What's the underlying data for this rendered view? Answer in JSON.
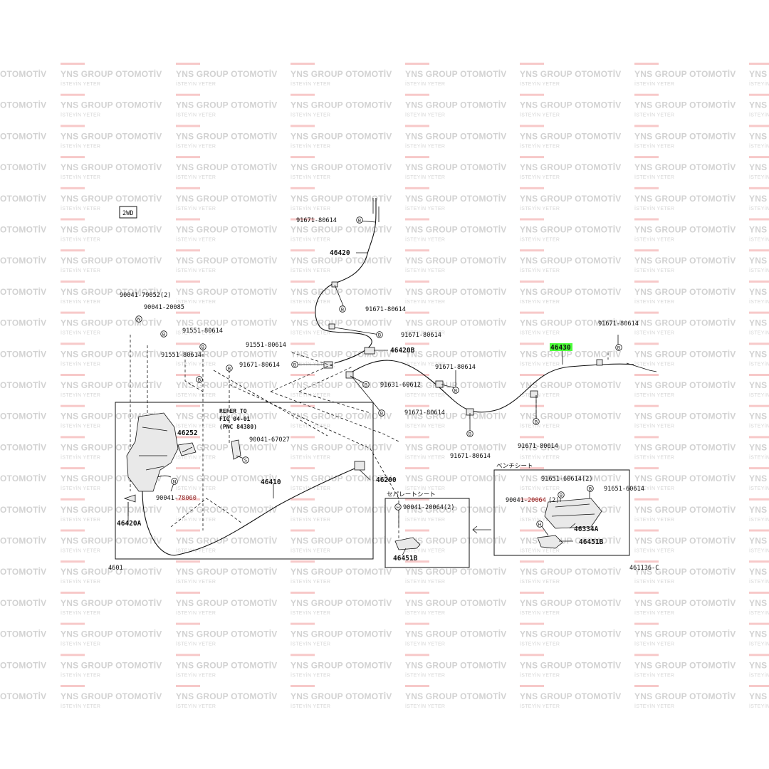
{
  "watermark": {
    "brand": "YNS GROUP OTOMOTİV",
    "brand_short": "OTOMOTİV",
    "slogan": "İSTEYİN YETER"
  },
  "diagram": {
    "variant_label": "2WD",
    "figure_ref_left": "4601",
    "figure_ref_right": "461136-C",
    "refer_note": [
      "REFER TO",
      "FIG 04-01",
      "(PNC 84380)"
    ],
    "box_bench_title": "ベンチシート",
    "box_separate_title": "セパレートシート",
    "highlight_color": "#4cff3a",
    "part_numbers": {
      "p46420": "46420",
      "p46420B": "46420B",
      "p46430": "46430",
      "p46252": "46252",
      "p46410": "46410",
      "p46200": "46200",
      "p46420A": "46420A",
      "p46334A": "46334A",
      "p46451B_right": "46451B",
      "p46451B_left": "46451B"
    },
    "callouts": {
      "c_top": "91671-80614",
      "c_91671_a": "91671-80614",
      "c_91671_b": "91671-80614",
      "c_91671_c": "91671-80614",
      "c_91671_d": "91671-80614",
      "c_91671_e": "91671-80614",
      "c_91671_f": "91671-80614",
      "c_91671_g": "91671-80614",
      "c_91671_h": "91671-80614",
      "c_91631": "91631-60612",
      "c_91551_a": "91551-80614",
      "c_91551_b": "91551-80614",
      "c_91551_c": "91551-80614",
      "c_90041_79052": "90041-79052(2)",
      "c_90041_20085": "90041-20085",
      "c_90041_67027": "90041-67027",
      "c_90041_78060_a": "90041-",
      "c_90041_78060_b": "78060",
      "c_90041_20064_sep": "90041-20064(2)",
      "c_90041_20064_bench_a": "90041-",
      "c_90041_20064_bench_b": "20064",
      "c_90041_20064_bench_c": "(2)",
      "c_91651_60614_2": "91651-60614(2)",
      "c_91651_60614": "91651-60614"
    },
    "circle_letters": {
      "b": "B",
      "n": "N",
      "s": "S",
      "h": "H"
    }
  }
}
